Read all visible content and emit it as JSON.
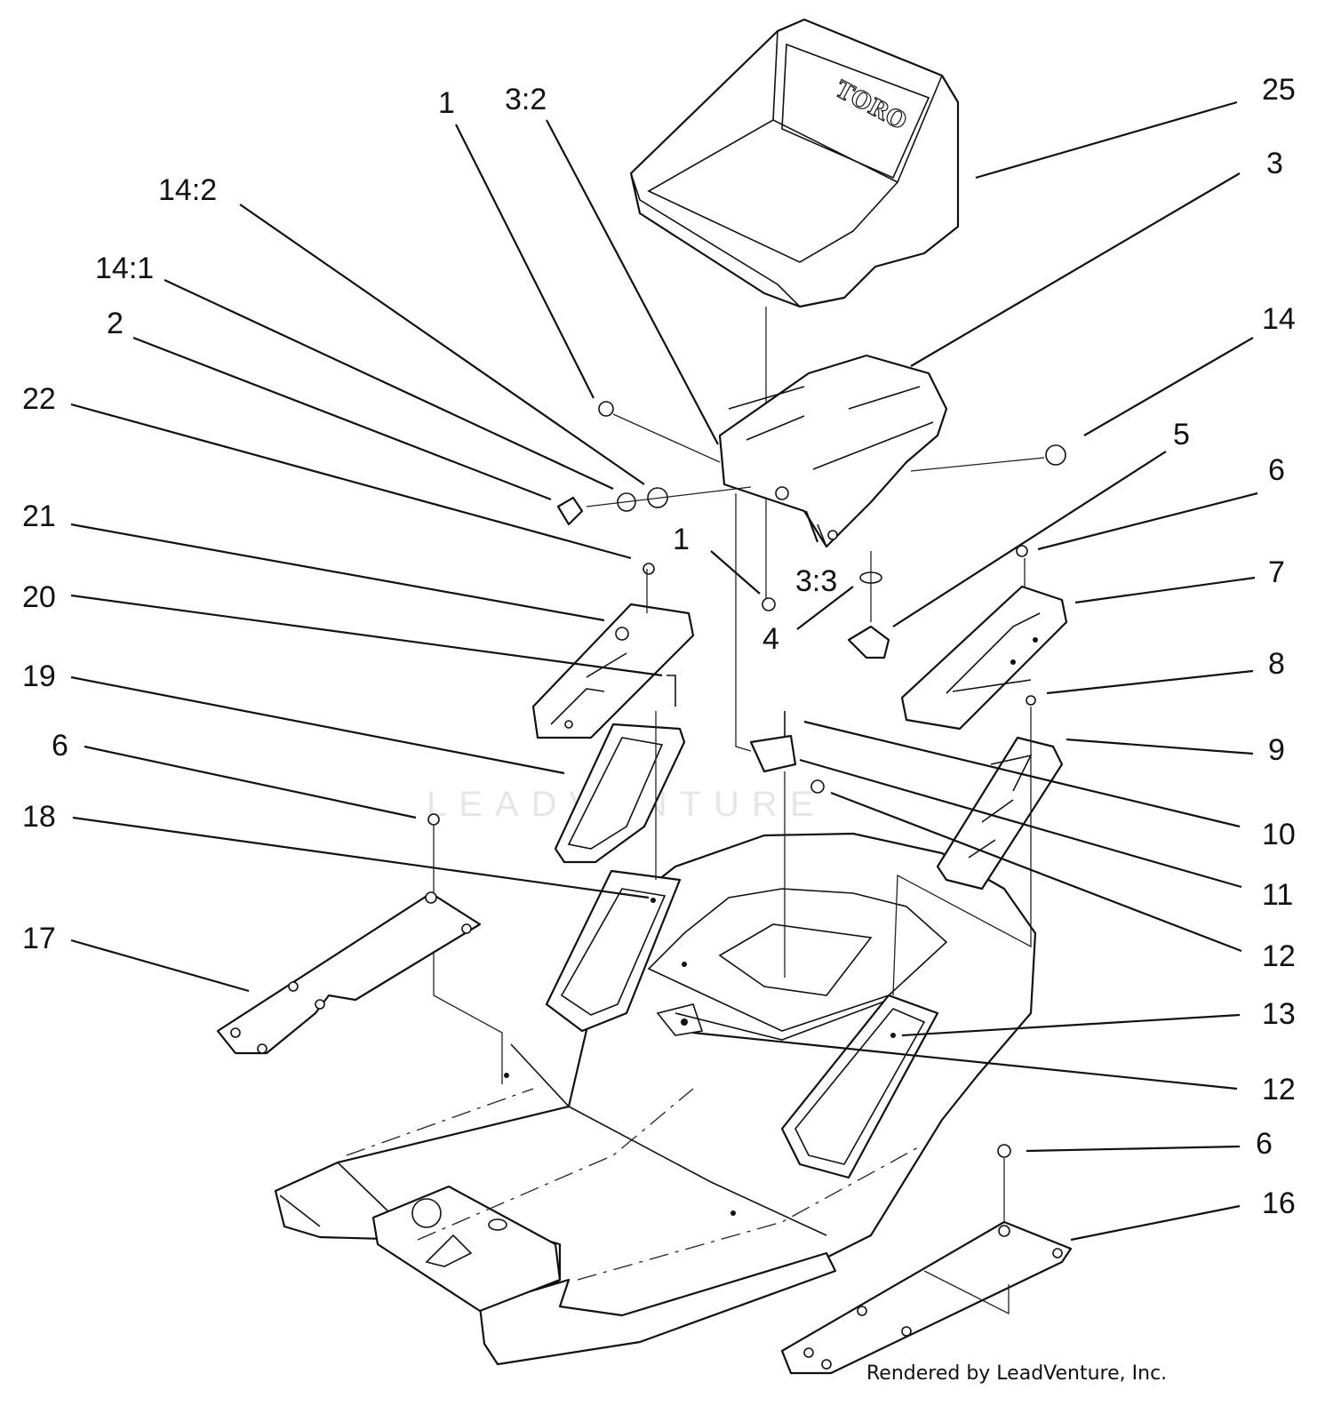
{
  "seat_brand": "TORO",
  "watermark": "LEADVENTURE",
  "credit": "Rendered by LeadVenture, Inc.",
  "callouts": [
    "1",
    "3:2",
    "25",
    "14:2",
    "3",
    "14:1",
    "2",
    "14",
    "22",
    "5",
    "6",
    "21",
    "1",
    "3:3",
    "7",
    "20",
    "4",
    "8",
    "19",
    "9",
    "6",
    "10",
    "18",
    "11",
    "17",
    "12",
    "13",
    "12",
    "6",
    "16"
  ]
}
